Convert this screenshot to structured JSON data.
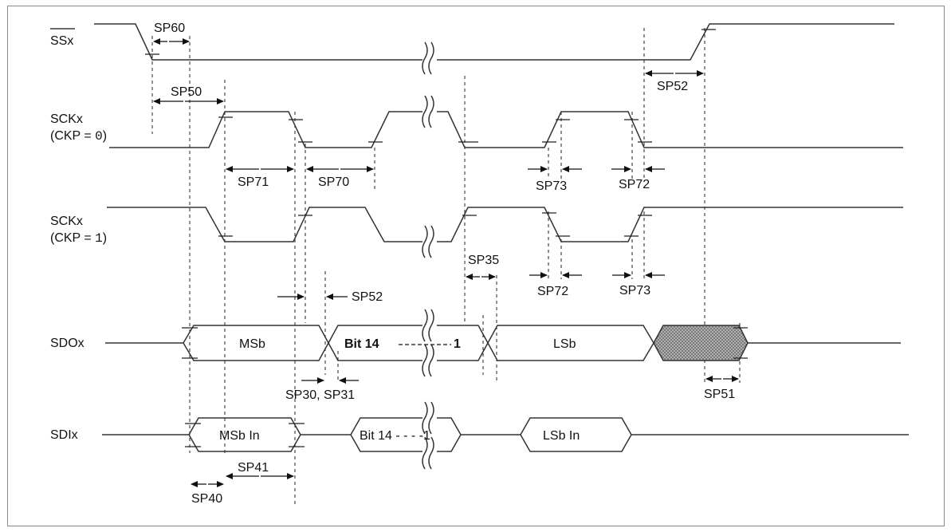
{
  "signals": {
    "ss": "SSx",
    "sck0_name": "SCKx",
    "sck0_mode": "(CKP = ",
    "sck0_value": "0",
    "sck1_name": "SCKx",
    "sck1_mode": "(CKP = ",
    "sck1_value": "1",
    "sdo": "SDOx",
    "sdi": "SDIx"
  },
  "timings": {
    "sp60": "SP60",
    "sp50": "SP50",
    "sp52_top": "SP52",
    "sp71": "SP71",
    "sp70": "SP70",
    "sp73_top": "SP73",
    "sp72_top": "SP72",
    "sp35": "SP35",
    "sp72_bottom": "SP72",
    "sp73_bottom": "SP73",
    "sp52_mid": "SP52",
    "sp30_31": "SP30, SP31",
    "sp51": "SP51",
    "sp41": "SP41",
    "sp40": "SP40"
  },
  "data_cells": {
    "sdo_first": "MSb",
    "sdo_middle_bit": "Bit 14",
    "sdo_middle_end": "1",
    "sdo_last": "LSb",
    "sdi_first": "MSb In",
    "sdi_middle": "Bit 14 - - - -1",
    "sdi_last": "LSb In"
  },
  "colors": {
    "line": "#333333",
    "border": "#8a8a8a",
    "hatch": "#7a7a7a"
  }
}
